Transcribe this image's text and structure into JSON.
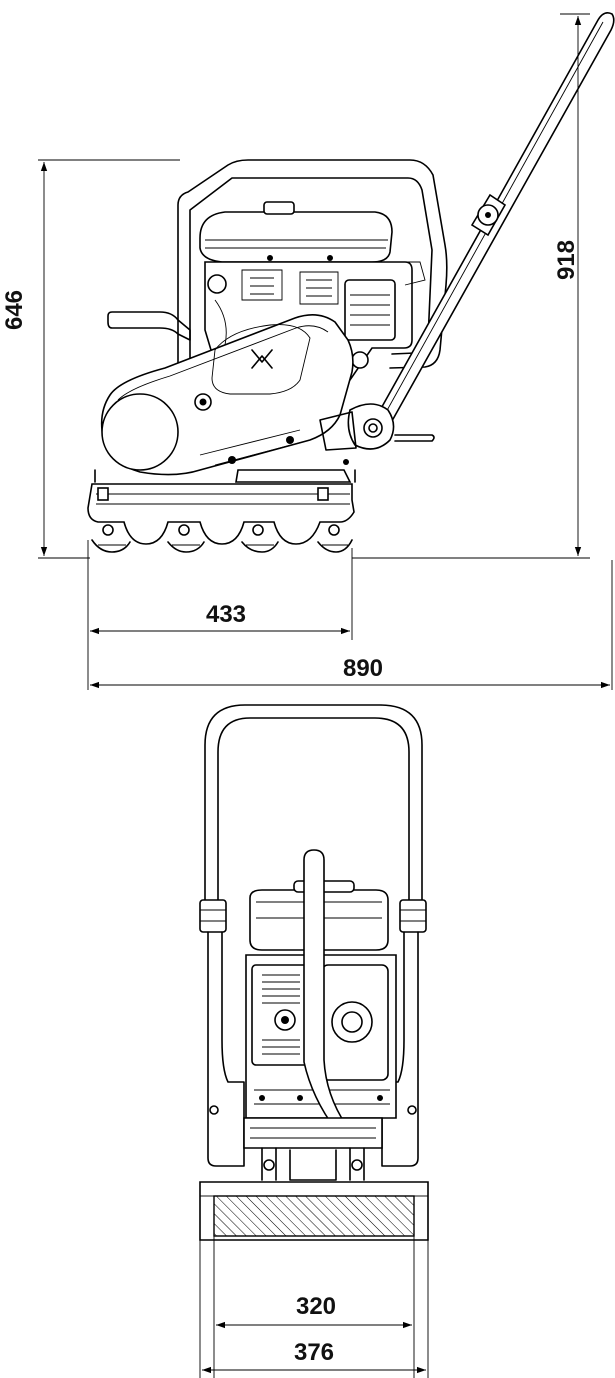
{
  "dimensions": {
    "side_height": "646",
    "handle_height": "918",
    "base_length": "433",
    "overall_length": "890",
    "plate_inner_width": "320",
    "plate_outer_width": "376"
  },
  "views": [
    "side-view",
    "front-view"
  ],
  "line_color": "#000000",
  "background_color": "#ffffff"
}
